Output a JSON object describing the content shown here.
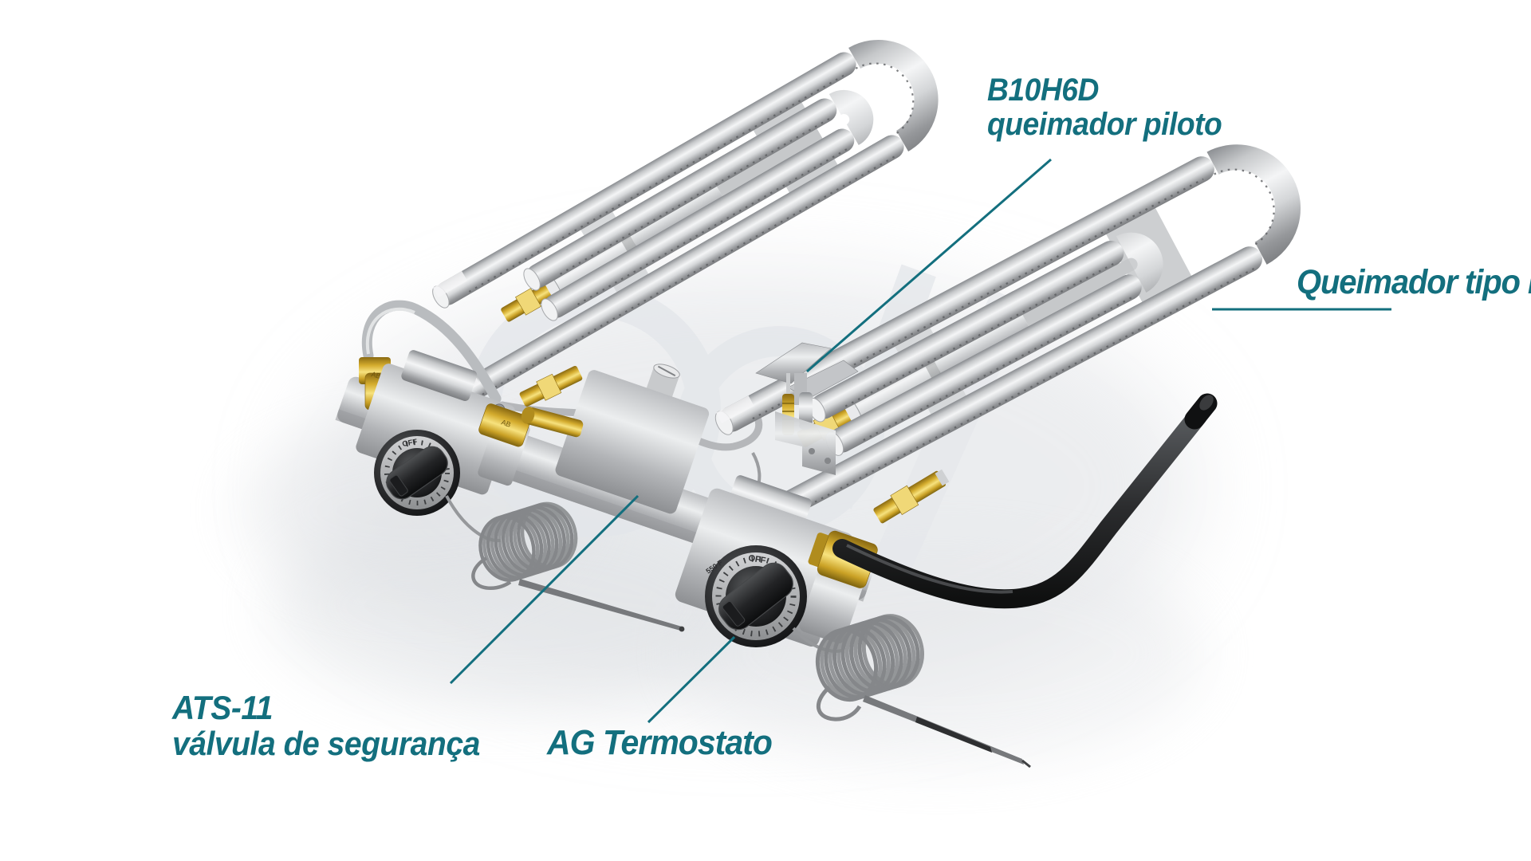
{
  "labels": {
    "pilot_burner": {
      "model": "B10H6D",
      "name": "queimador piloto"
    },
    "burner_type_e": {
      "name": "Queimador tipo E"
    },
    "safety_valve": {
      "model": "ATS-11",
      "name": "válvula de segurança"
    },
    "thermostat": {
      "name": "AG Termostato"
    }
  },
  "part_markings": {
    "inlet": "IN",
    "elbow": "AB",
    "dial_off": "OFF",
    "dial_max": "550 F"
  },
  "colors": {
    "label_teal": "#136f7e",
    "leader_line": "#136f7e",
    "steel_light": "#f2f3f4",
    "steel_mid": "#c6c8ca",
    "steel_dark": "#7c7e81",
    "brass": "#d4ac2e",
    "black_pipe": "#232527",
    "background": "#ffffff"
  }
}
